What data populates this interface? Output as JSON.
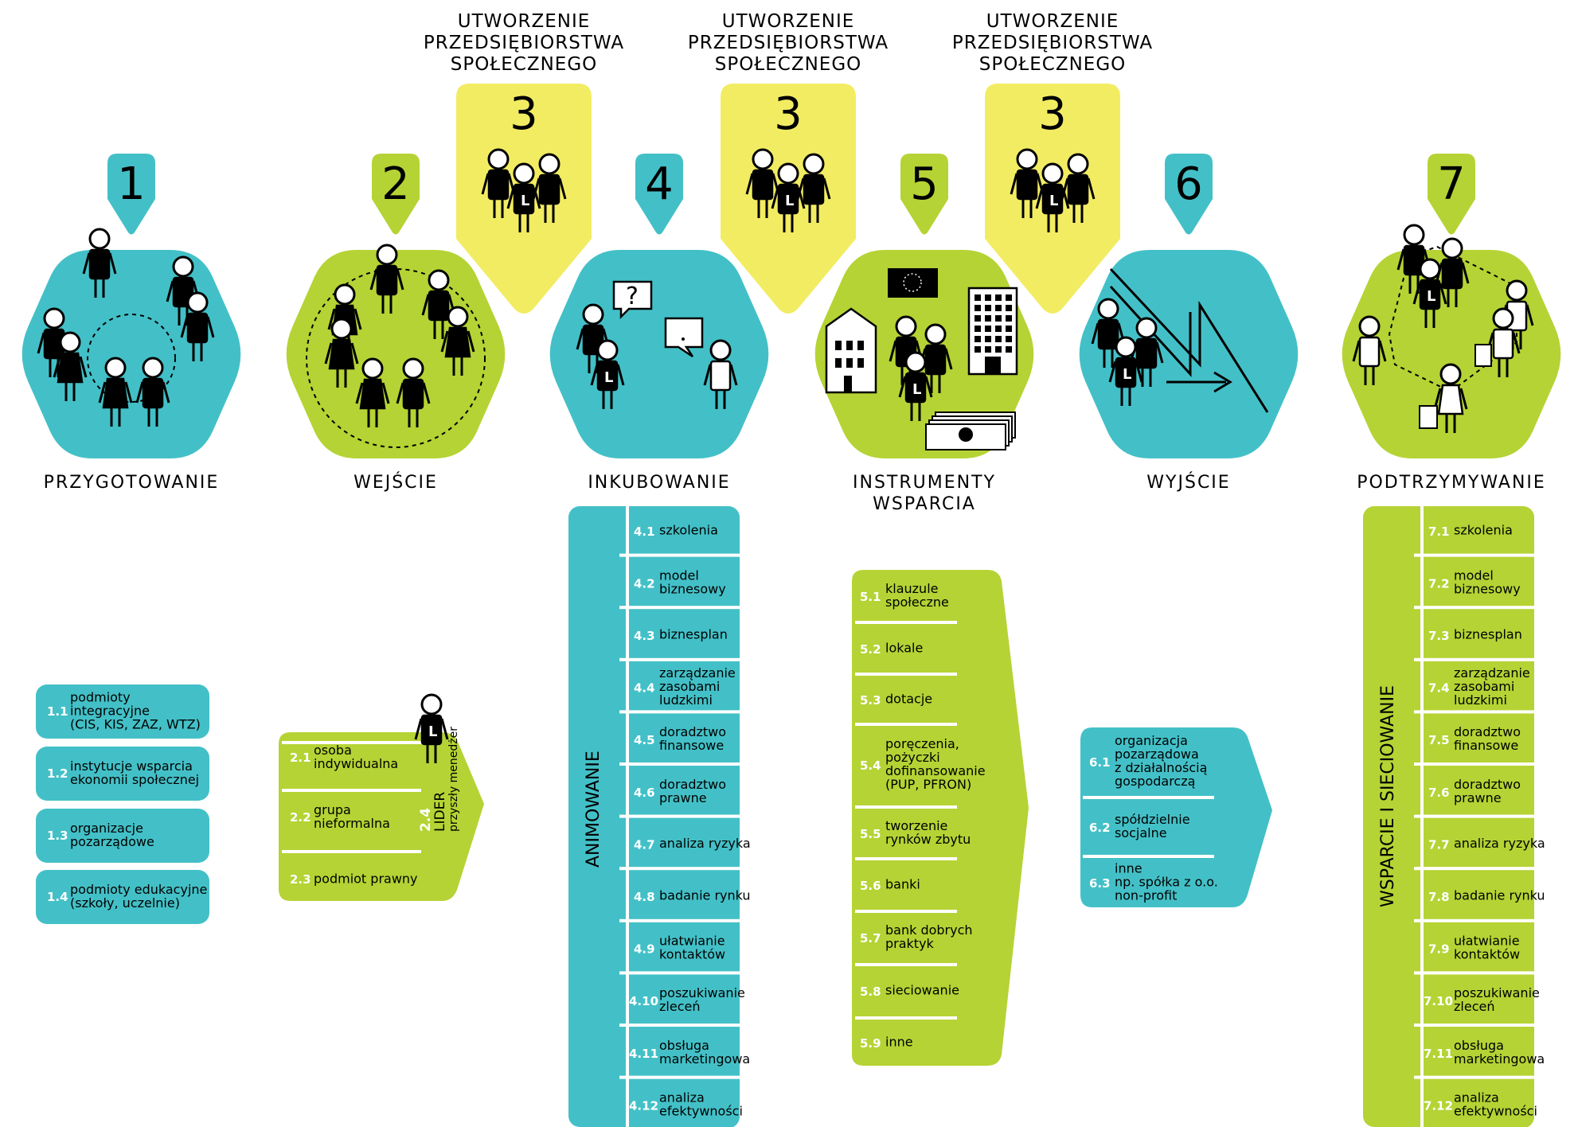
{
  "colors": {
    "teal": "#43C0C7",
    "green": "#B5D334",
    "yellow": "#F2EC63",
    "ink": "#000000"
  },
  "callout": {
    "title_line1": "UTWORZENIE",
    "title_line2": "PRZEDSIĘBIORSTWA",
    "title_line3": "SPOŁECZNEGO",
    "number": "3"
  },
  "stages": [
    {
      "number": "1",
      "title": "PRZYGOTOWANIE",
      "title2": ""
    },
    {
      "number": "2",
      "title": "WEJŚCIE",
      "title2": ""
    },
    {
      "number": "4",
      "title": "INKUBOWANIE",
      "title2": ""
    },
    {
      "number": "5",
      "title": "INSTRUMENTY",
      "title2": "WSPARCIA"
    },
    {
      "number": "6",
      "title": "WYJŚCIE",
      "title2": ""
    },
    {
      "number": "7",
      "title": "PODTRZYMYWANIE",
      "title2": ""
    }
  ],
  "leader_letter": "L",
  "question_mark": "?",
  "group1": [
    {
      "code": "1.1",
      "lines": [
        "podmioty",
        "integracyjne",
        "(CIS, KIS, ZAZ, WTZ)"
      ]
    },
    {
      "code": "1.2",
      "lines": [
        "instytucje wsparcia",
        "ekonomii społecznej"
      ]
    },
    {
      "code": "1.3",
      "lines": [
        "organizacje",
        "pozarządowe"
      ]
    },
    {
      "code": "1.4",
      "lines": [
        "podmioty edukacyjne",
        "(szkoły, uczelnie)"
      ]
    }
  ],
  "group2": [
    {
      "code": "2.1",
      "lines": [
        "osoba",
        "indywidualna"
      ]
    },
    {
      "code": "2.2",
      "lines": [
        "grupa",
        "nieformalna"
      ]
    },
    {
      "code": "2.3",
      "lines": [
        "podmiot prawny"
      ]
    }
  ],
  "leader": {
    "code": "2.4",
    "label": "LIDER",
    "sub": "przyszły menedżer"
  },
  "group4": {
    "side": "ANIMOWANIE",
    "items": [
      {
        "code": "4.1",
        "lines": [
          "szkolenia"
        ]
      },
      {
        "code": "4.2",
        "lines": [
          "model",
          "biznesowy"
        ]
      },
      {
        "code": "4.3",
        "lines": [
          "biznesplan"
        ]
      },
      {
        "code": "4.4",
        "lines": [
          "zarządzanie",
          "zasobami",
          "ludzkimi"
        ]
      },
      {
        "code": "4.5",
        "lines": [
          "doradztwo",
          "finansowe"
        ]
      },
      {
        "code": "4.6",
        "lines": [
          "doradztwo",
          "prawne"
        ]
      },
      {
        "code": "4.7",
        "lines": [
          "analiza ryzyka"
        ]
      },
      {
        "code": "4.8",
        "lines": [
          "badanie rynku"
        ]
      },
      {
        "code": "4.9",
        "lines": [
          "ułatwianie",
          "kontaktów"
        ]
      },
      {
        "code": "4.10",
        "lines": [
          "poszukiwanie",
          "zleceń"
        ]
      },
      {
        "code": "4.11",
        "lines": [
          "obsługa",
          "marketingowa"
        ]
      },
      {
        "code": "4.12",
        "lines": [
          "analiza",
          "efektywności"
        ]
      }
    ]
  },
  "group5": [
    {
      "code": "5.1",
      "lines": [
        "klauzule",
        "społeczne"
      ]
    },
    {
      "code": "5.2",
      "lines": [
        "lokale"
      ]
    },
    {
      "code": "5.3",
      "lines": [
        "dotacje"
      ]
    },
    {
      "code": "5.4",
      "lines": [
        "poręczenia,",
        "pożyczki",
        "dofinansowanie",
        "(PUP, PFRON)"
      ]
    },
    {
      "code": "5.5",
      "lines": [
        "tworzenie",
        "rynków zbytu"
      ]
    },
    {
      "code": "5.6",
      "lines": [
        "banki"
      ]
    },
    {
      "code": "5.7",
      "lines": [
        "bank dobrych",
        "praktyk"
      ]
    },
    {
      "code": "5.8",
      "lines": [
        "sieciowanie"
      ]
    },
    {
      "code": "5.9",
      "lines": [
        "inne"
      ]
    }
  ],
  "group6": [
    {
      "code": "6.1",
      "lines": [
        "organizacja",
        "pozarządowa",
        "z działalnością",
        "gospodarczą"
      ]
    },
    {
      "code": "6.2",
      "lines": [
        "spółdzielnie",
        "socjalne"
      ]
    },
    {
      "code": "6.3",
      "lines": [
        "inne",
        "np. spółka z o.o.",
        "non-profit"
      ]
    }
  ],
  "group7": {
    "side": "WSPARCIE I SIECIOWANIE",
    "items": [
      {
        "code": "7.1",
        "lines": [
          "szkolenia"
        ]
      },
      {
        "code": "7.2",
        "lines": [
          "model",
          "biznesowy"
        ]
      },
      {
        "code": "7.3",
        "lines": [
          "biznesplan"
        ]
      },
      {
        "code": "7.4",
        "lines": [
          "zarządzanie",
          "zasobami",
          "ludzkimi"
        ]
      },
      {
        "code": "7.5",
        "lines": [
          "doradztwo",
          "finansowe"
        ]
      },
      {
        "code": "7.6",
        "lines": [
          "doradztwo",
          "prawne"
        ]
      },
      {
        "code": "7.7",
        "lines": [
          "analiza ryzyka"
        ]
      },
      {
        "code": "7.8",
        "lines": [
          "badanie rynku"
        ]
      },
      {
        "code": "7.9",
        "lines": [
          "ułatwianie",
          "kontaktów"
        ]
      },
      {
        "code": "7.10",
        "lines": [
          "poszukiwanie",
          "zleceń"
        ]
      },
      {
        "code": "7.11",
        "lines": [
          "obsługa",
          "marketingowa"
        ]
      },
      {
        "code": "7.12",
        "lines": [
          "analiza",
          "efektywności"
        ]
      }
    ]
  }
}
